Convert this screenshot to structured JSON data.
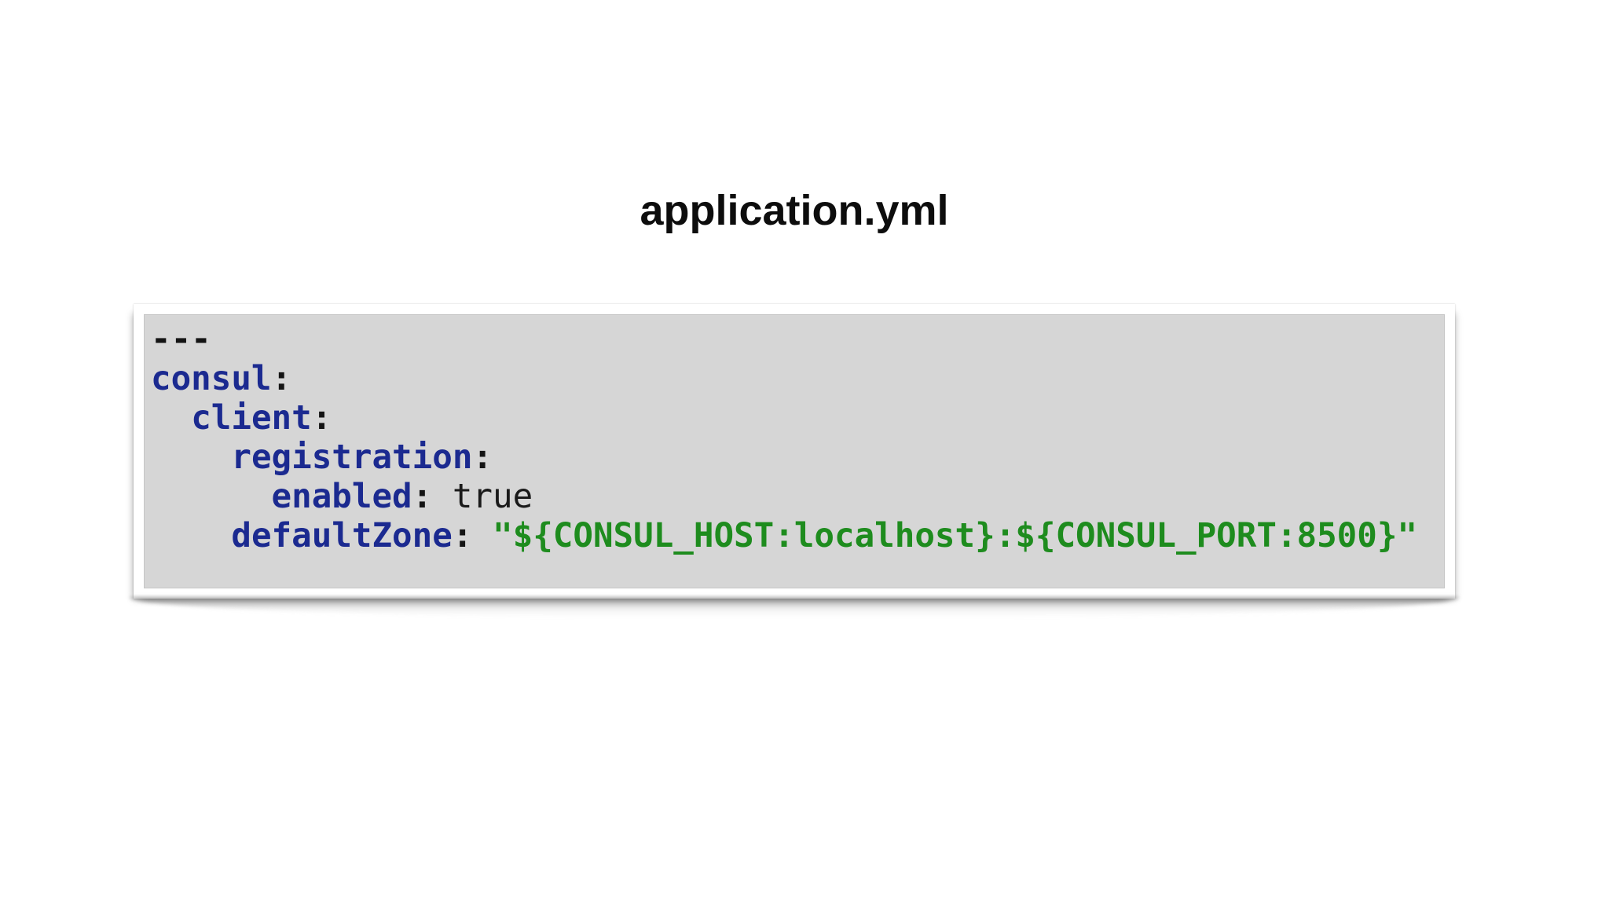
{
  "title": "application.yml",
  "code_card": {
    "language": "yaml",
    "lines": [
      [
        {
          "t": "---",
          "c": "punct"
        }
      ],
      [
        {
          "t": "consul",
          "c": "key"
        },
        {
          "t": ":",
          "c": "punct"
        }
      ],
      [
        {
          "t": "  "
        },
        {
          "t": "client",
          "c": "key"
        },
        {
          "t": ":",
          "c": "punct"
        }
      ],
      [
        {
          "t": "    "
        },
        {
          "t": "registration",
          "c": "key"
        },
        {
          "t": ":",
          "c": "punct"
        }
      ],
      [
        {
          "t": "      "
        },
        {
          "t": "enabled",
          "c": "key"
        },
        {
          "t": ":",
          "c": "punct"
        },
        {
          "t": " "
        },
        {
          "t": "true",
          "c": "bool"
        }
      ],
      [
        {
          "t": "    "
        },
        {
          "t": "defaultZone",
          "c": "key"
        },
        {
          "t": ":",
          "c": "punct"
        },
        {
          "t": " "
        },
        {
          "t": "\"${CONSUL_HOST:localhost}:${CONSUL_PORT:8500}\"",
          "c": "string"
        }
      ]
    ]
  },
  "colors": {
    "title_text": "#0d0d0d",
    "code_background": "#d6d6d6",
    "yaml_key": "#1b2a90",
    "yaml_punctuation": "#141414",
    "yaml_bool": "#1a1a1a",
    "yaml_string": "#1e8c1e"
  }
}
